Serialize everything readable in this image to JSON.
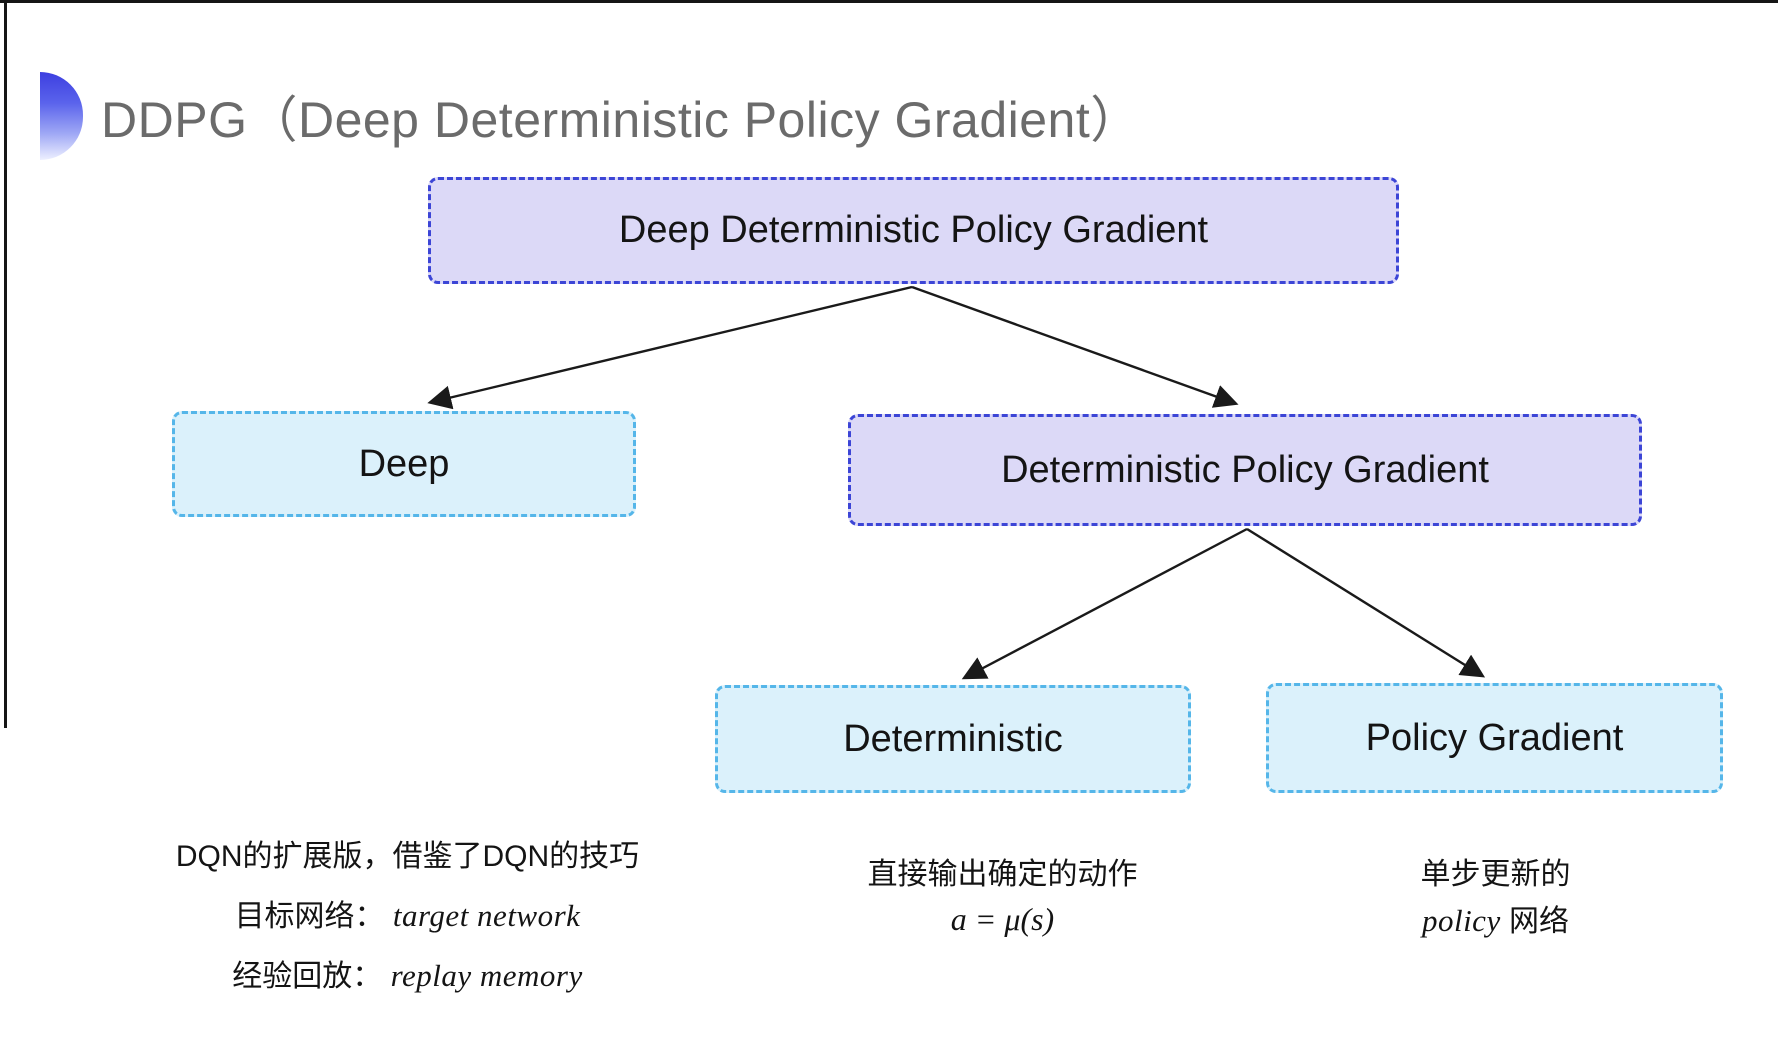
{
  "header": {
    "title": "DDPG（Deep Deterministic Policy Gradient）"
  },
  "icons": {
    "bullet": "half-disc-gradient-blue"
  },
  "colors": {
    "title_gray": "#6b6b6b",
    "purple_fill": "#dcd9f7",
    "purple_border": "#3c45d6",
    "cyan_fill": "#dbf1fb",
    "cyan_border": "#55b6e9",
    "arrow": "#1a1a1a"
  },
  "tree": {
    "root": {
      "label": "Deep Deterministic Policy Gradient"
    },
    "level2": [
      {
        "label": "Deep"
      },
      {
        "label": "Deterministic Policy Gradient"
      }
    ],
    "level3": [
      {
        "label": "Deterministic"
      },
      {
        "label": "Policy Gradient"
      }
    ]
  },
  "notes": {
    "deep": {
      "line1": "DQN的扩展版，借鉴了DQN的技巧",
      "line2_label": "目标网络：",
      "line2_term": "target network",
      "line3_label": "经验回放：",
      "line3_term": "replay memory"
    },
    "deterministic": {
      "line1": "直接输出确定的动作",
      "line2": "a = μ(s)"
    },
    "policy_gradient": {
      "line1": "单步更新的",
      "line2_term": "policy",
      "line2_suffix": " 网络"
    }
  }
}
